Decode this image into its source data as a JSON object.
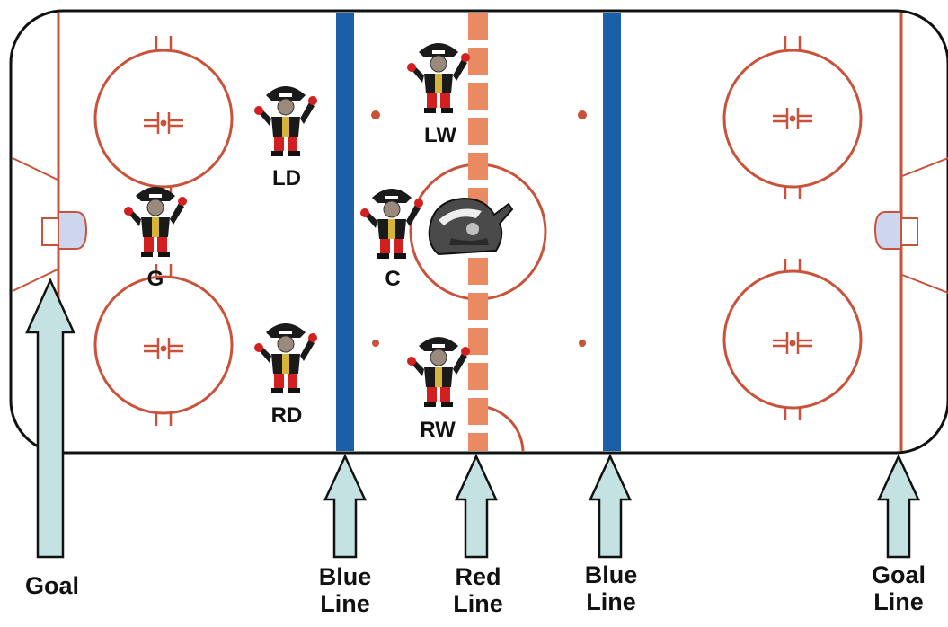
{
  "diagram": {
    "positions": {
      "g": "G",
      "ld": "LD",
      "rd": "RD",
      "lw": "LW",
      "c": "C",
      "rw": "RW"
    },
    "line_labels": {
      "goal_left": "Goal",
      "blue_left_1": "Blue",
      "blue_left_2": "Line",
      "red_1": "Red",
      "red_2": "Line",
      "blue_right_1": "Blue",
      "blue_right_2": "Line",
      "goal_right_1": "Goal",
      "goal_right_2": "Line"
    },
    "colors": {
      "blue_line": "#1a5fa8",
      "red_line": "#ea8a63",
      "rink_marking": "#c9523a",
      "arrow_fill": "#c4e2e2",
      "crease_fill": "#cdd6ee",
      "player_coat": "#1a1a1a",
      "player_pants": "#d21f1f"
    },
    "icons": [
      "pirate-player-icon",
      "team-logo-icon",
      "up-arrow-icon"
    ]
  }
}
